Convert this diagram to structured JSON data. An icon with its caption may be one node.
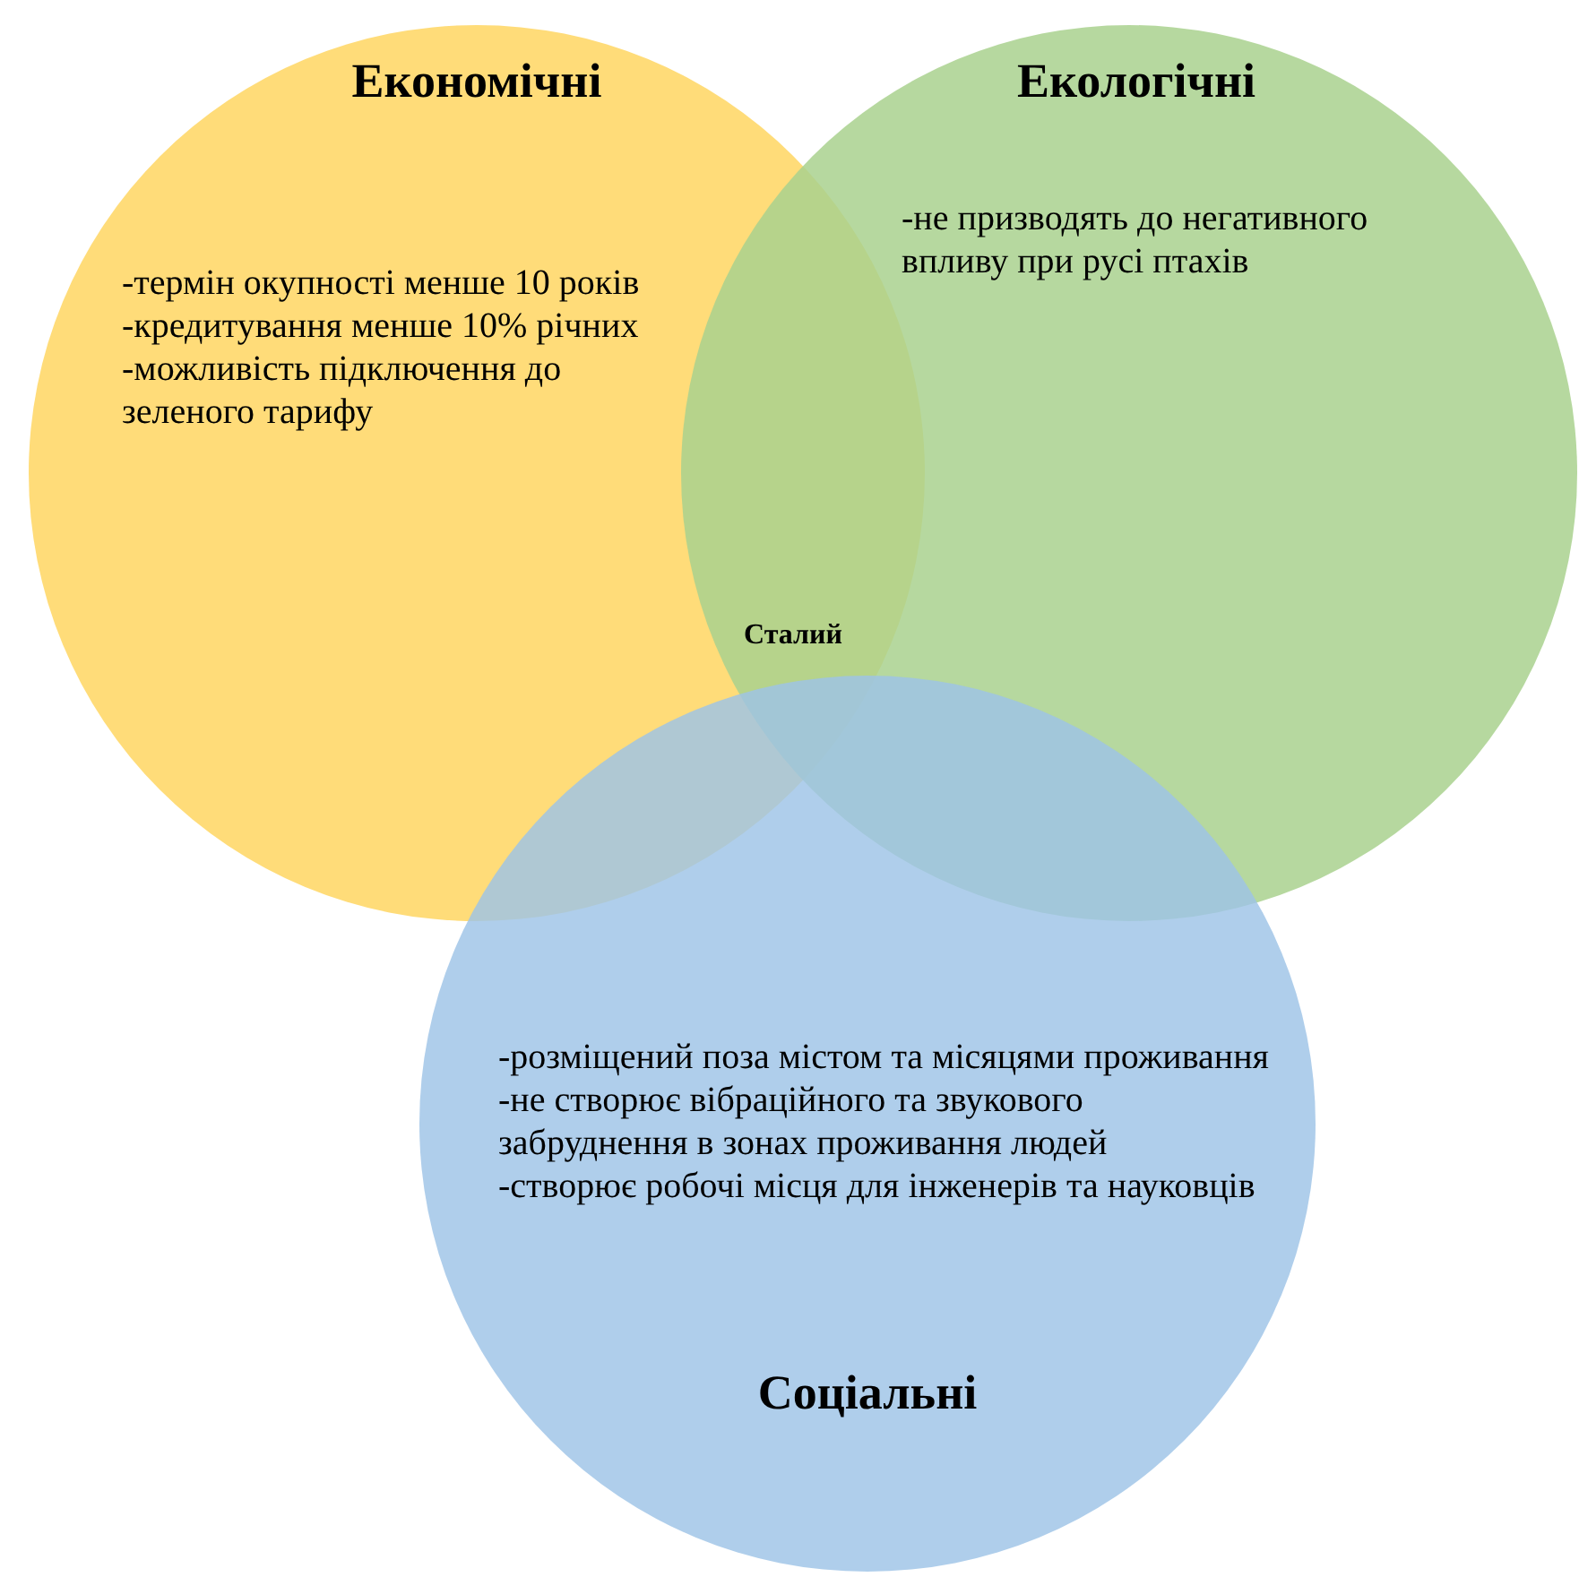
{
  "diagram": {
    "nodes": [
      {
        "text": [
          "Економічні",
          "-термін окупності менше 10 років",
          "-кредитування менше 10% річних",
          "-можливість підключення до зеленого тарифу"
        ]
      },
      {
        "text": [
          "Екологічні",
          "-не призводять до негативного впливу при русі птахів"
        ]
      },
      {
        "text": [
          "-розміщений поза містом та місяцями проживання",
          "-не створює вібраційного та звукового забруднення в зонах проживання людей",
          "-створює робочі місця для інженерів та науковців",
          "Соціальні"
        ]
      }
    ],
    "labels": [
      "Сталий"
    ]
  }
}
